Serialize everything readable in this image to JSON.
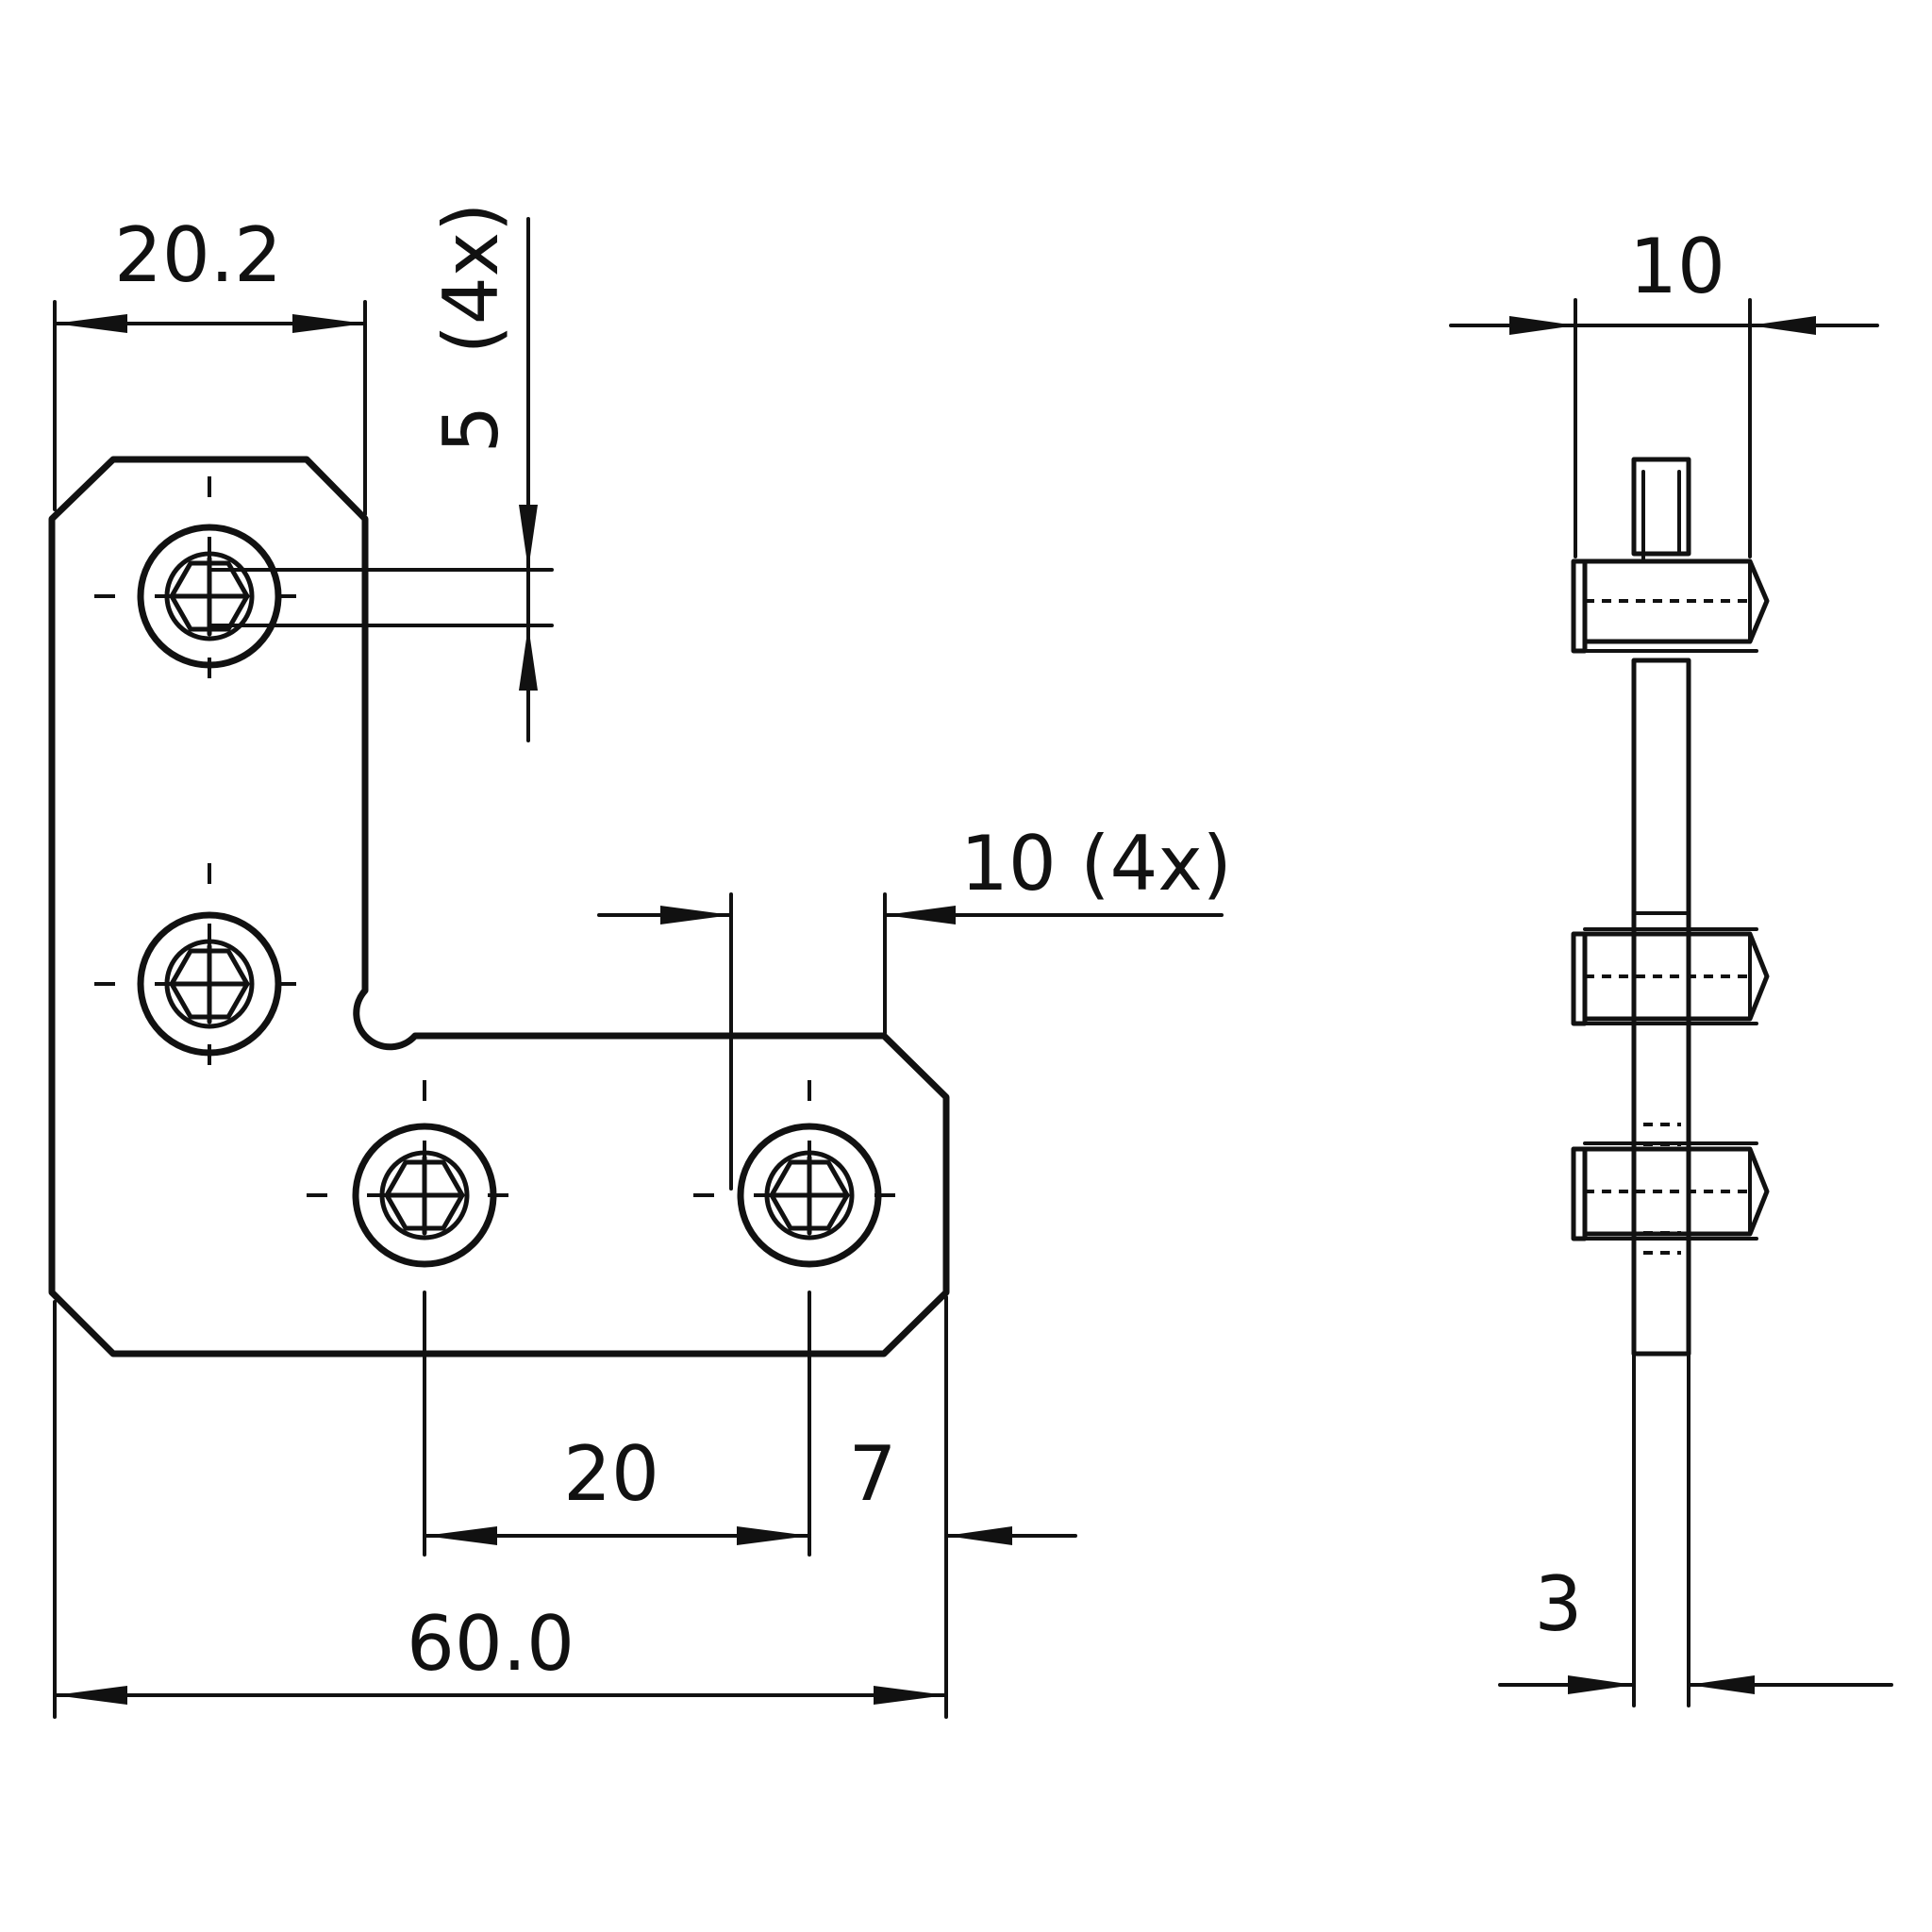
{
  "drawing": {
    "front_view": {
      "dim_width_top": "20.2",
      "dim_slot_width": "5",
      "dim_slot_count": "(4x)",
      "dim_hole_spacing_label": "10 (4x)",
      "dim_pitch": "20",
      "dim_edge": "7",
      "dim_total_length": "60.0"
    },
    "side_view": {
      "dim_screw_length": "10",
      "dim_thickness": "3"
    }
  }
}
